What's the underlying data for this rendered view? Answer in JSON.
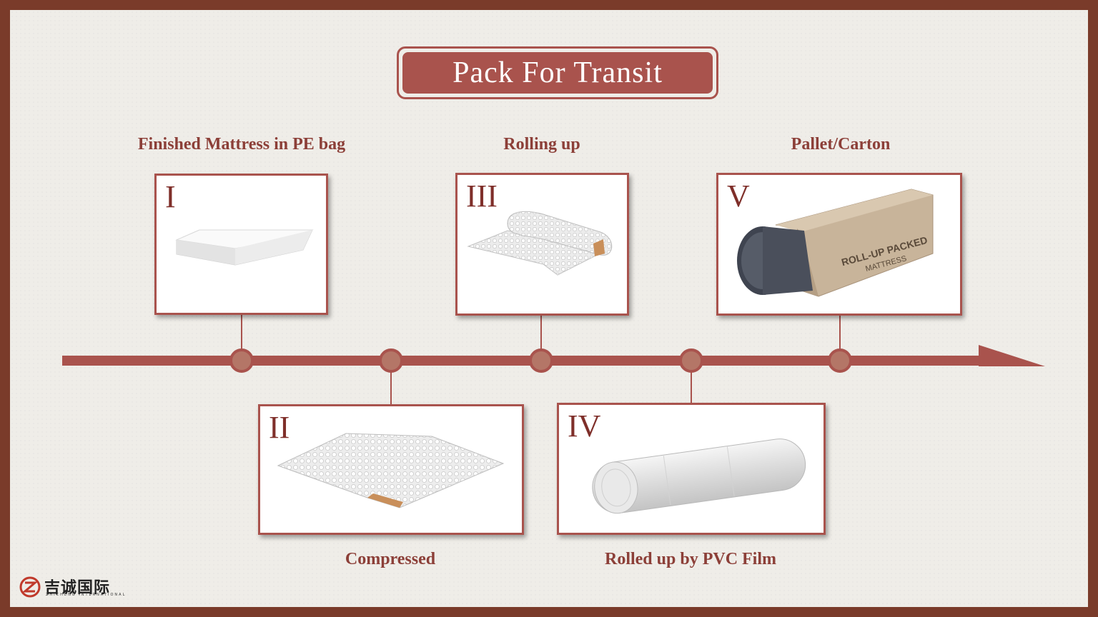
{
  "title": "Pack For Transit",
  "steps": [
    {
      "numeral": "I",
      "label": "Finished Mattress in PE bag"
    },
    {
      "numeral": "II",
      "label": "Compressed"
    },
    {
      "numeral": "III",
      "label": "Rolling up"
    },
    {
      "numeral": "IV",
      "label": "Rolled up by PVC Film"
    },
    {
      "numeral": "V",
      "label": "Pallet/Carton"
    }
  ],
  "box_text": {
    "line1": "ROLL-UP PACKED",
    "line2": "MATTRESS"
  },
  "logo": {
    "name": "吉诚国际",
    "sub": "ZHICHENG INTERNATIONAL"
  },
  "colors": {
    "accent": "#a9534d",
    "node": "#b47667",
    "text": "#8c3f38"
  }
}
